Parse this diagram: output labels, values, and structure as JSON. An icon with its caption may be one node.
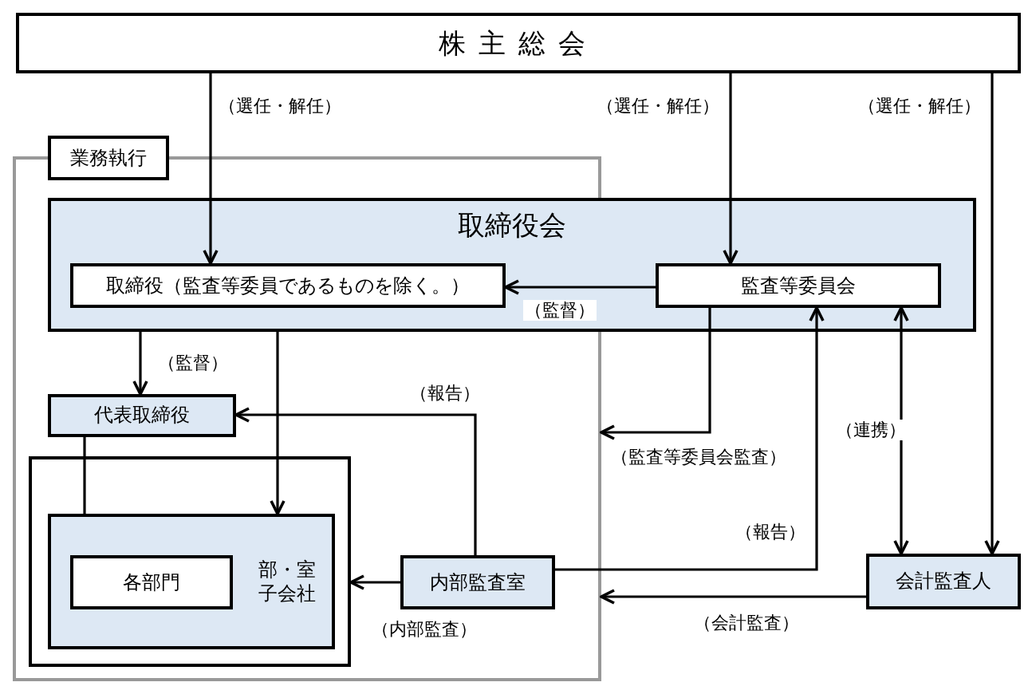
{
  "diagram": {
    "nodes": [
      {
        "text": [
          "株主総会"
        ]
      },
      {
        "text": [
          "業務執行"
        ]
      },
      {
        "text": [
          "取締役会"
        ]
      },
      {
        "text": [
          "取締役（監査等委員であるものを除く。）"
        ]
      },
      {
        "text": [
          "監査等委員会"
        ],
        "in": 2
      },
      {
        "text": [
          "代表取締役"
        ],
        "in": 1
      },
      {
        "text": [],
        "shape": "box",
        "in": 1
      },
      {
        "text": [
          "部・室子会社"
        ],
        "in": 6
      },
      {
        "text": [
          "各部門"
        ],
        "in": 7
      },
      {
        "text": [
          "内部監査室"
        ],
        "in": 1
      },
      {
        "text": [
          "会計監査人"
        ]
      }
    ],
    "edges": [
      {
        "from": 0,
        "to": 3,
        "arrow": "to",
        "label": "（選任・解任）"
      },
      {
        "from": 0,
        "to": 4,
        "arrow": "to",
        "label": "（選任・解任）"
      },
      {
        "from": 0,
        "to": 10,
        "arrow": "to",
        "label": "（選任・解任）"
      },
      {
        "from": 4,
        "to": 3,
        "arrow": "to",
        "label": "（監督）"
      },
      {
        "from": 2,
        "to": 5,
        "arrow": "to",
        "label": "（監督）"
      },
      {
        "from": 2,
        "to": 7,
        "arrow": "to"
      },
      {
        "from": 5,
        "to": 7,
        "arrow": "none"
      },
      {
        "from": 9,
        "to": 5,
        "arrow": "to",
        "label": "（報告）"
      },
      {
        "from": 9,
        "to": 6,
        "arrow": "to",
        "label": "（内部監査）"
      },
      {
        "from": 9,
        "to": 4,
        "arrow": "to",
        "label": "（報告）"
      },
      {
        "from": 10,
        "to": 4,
        "arrow": "both",
        "label": "（連携）"
      },
      {
        "from": 10,
        "to": 1,
        "arrow": "to",
        "label": "（会計監査）"
      },
      {
        "from": 4,
        "to": 1,
        "arrow": "to",
        "label": "（監査等委員会監査）"
      }
    ]
  }
}
